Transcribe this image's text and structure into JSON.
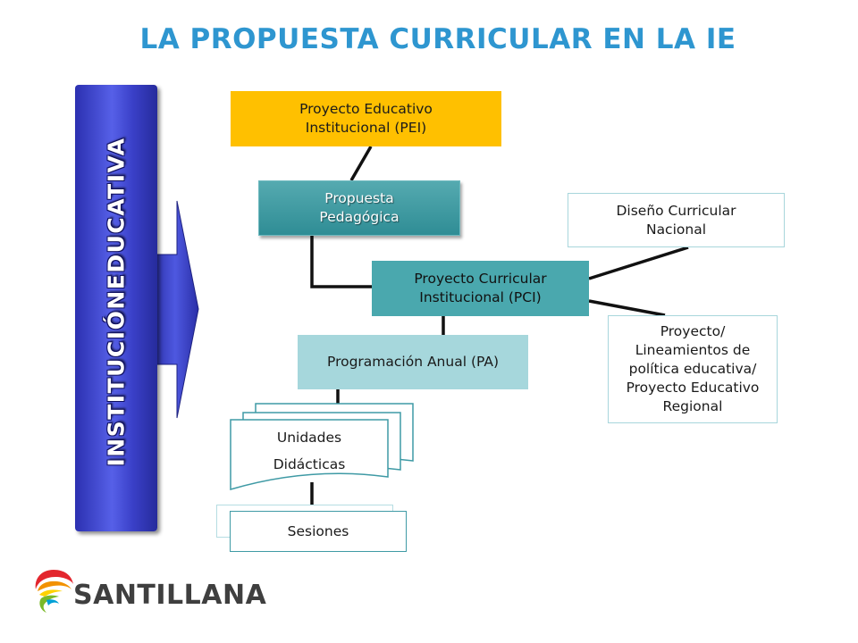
{
  "title": "LA PROPUESTA CURRICULAR EN LA IE",
  "sidebar_label": "INSTITUCIÓNEDUCATIVA",
  "nodes": {
    "pei": [
      "Proyecto Educativo",
      "Institucional (PEI)"
    ],
    "propuesta": [
      "Propuesta",
      "Pedagógica"
    ],
    "pci": [
      "Proyecto Curricular",
      "Institucional (PCI)"
    ],
    "pa": "Programación Anual (PA)",
    "dcn": [
      "Diseño Curricular",
      "Nacional"
    ],
    "regional": [
      "Proyecto/",
      "Lineamientos de",
      "política educativa/",
      "Proyecto Educativo",
      "Regional"
    ],
    "unidades": [
      "Unidades",
      "Didácticas"
    ],
    "sesiones": "Sesiones"
  },
  "logo": {
    "text": "SANTILLANA"
  },
  "colors": {
    "title": "#2e96d0",
    "pei": "#ffc000",
    "propuesta": "#3a959c",
    "pci": "#4aa8ae",
    "pa": "#a6d7dc",
    "sidebar": "#3a40c8"
  }
}
